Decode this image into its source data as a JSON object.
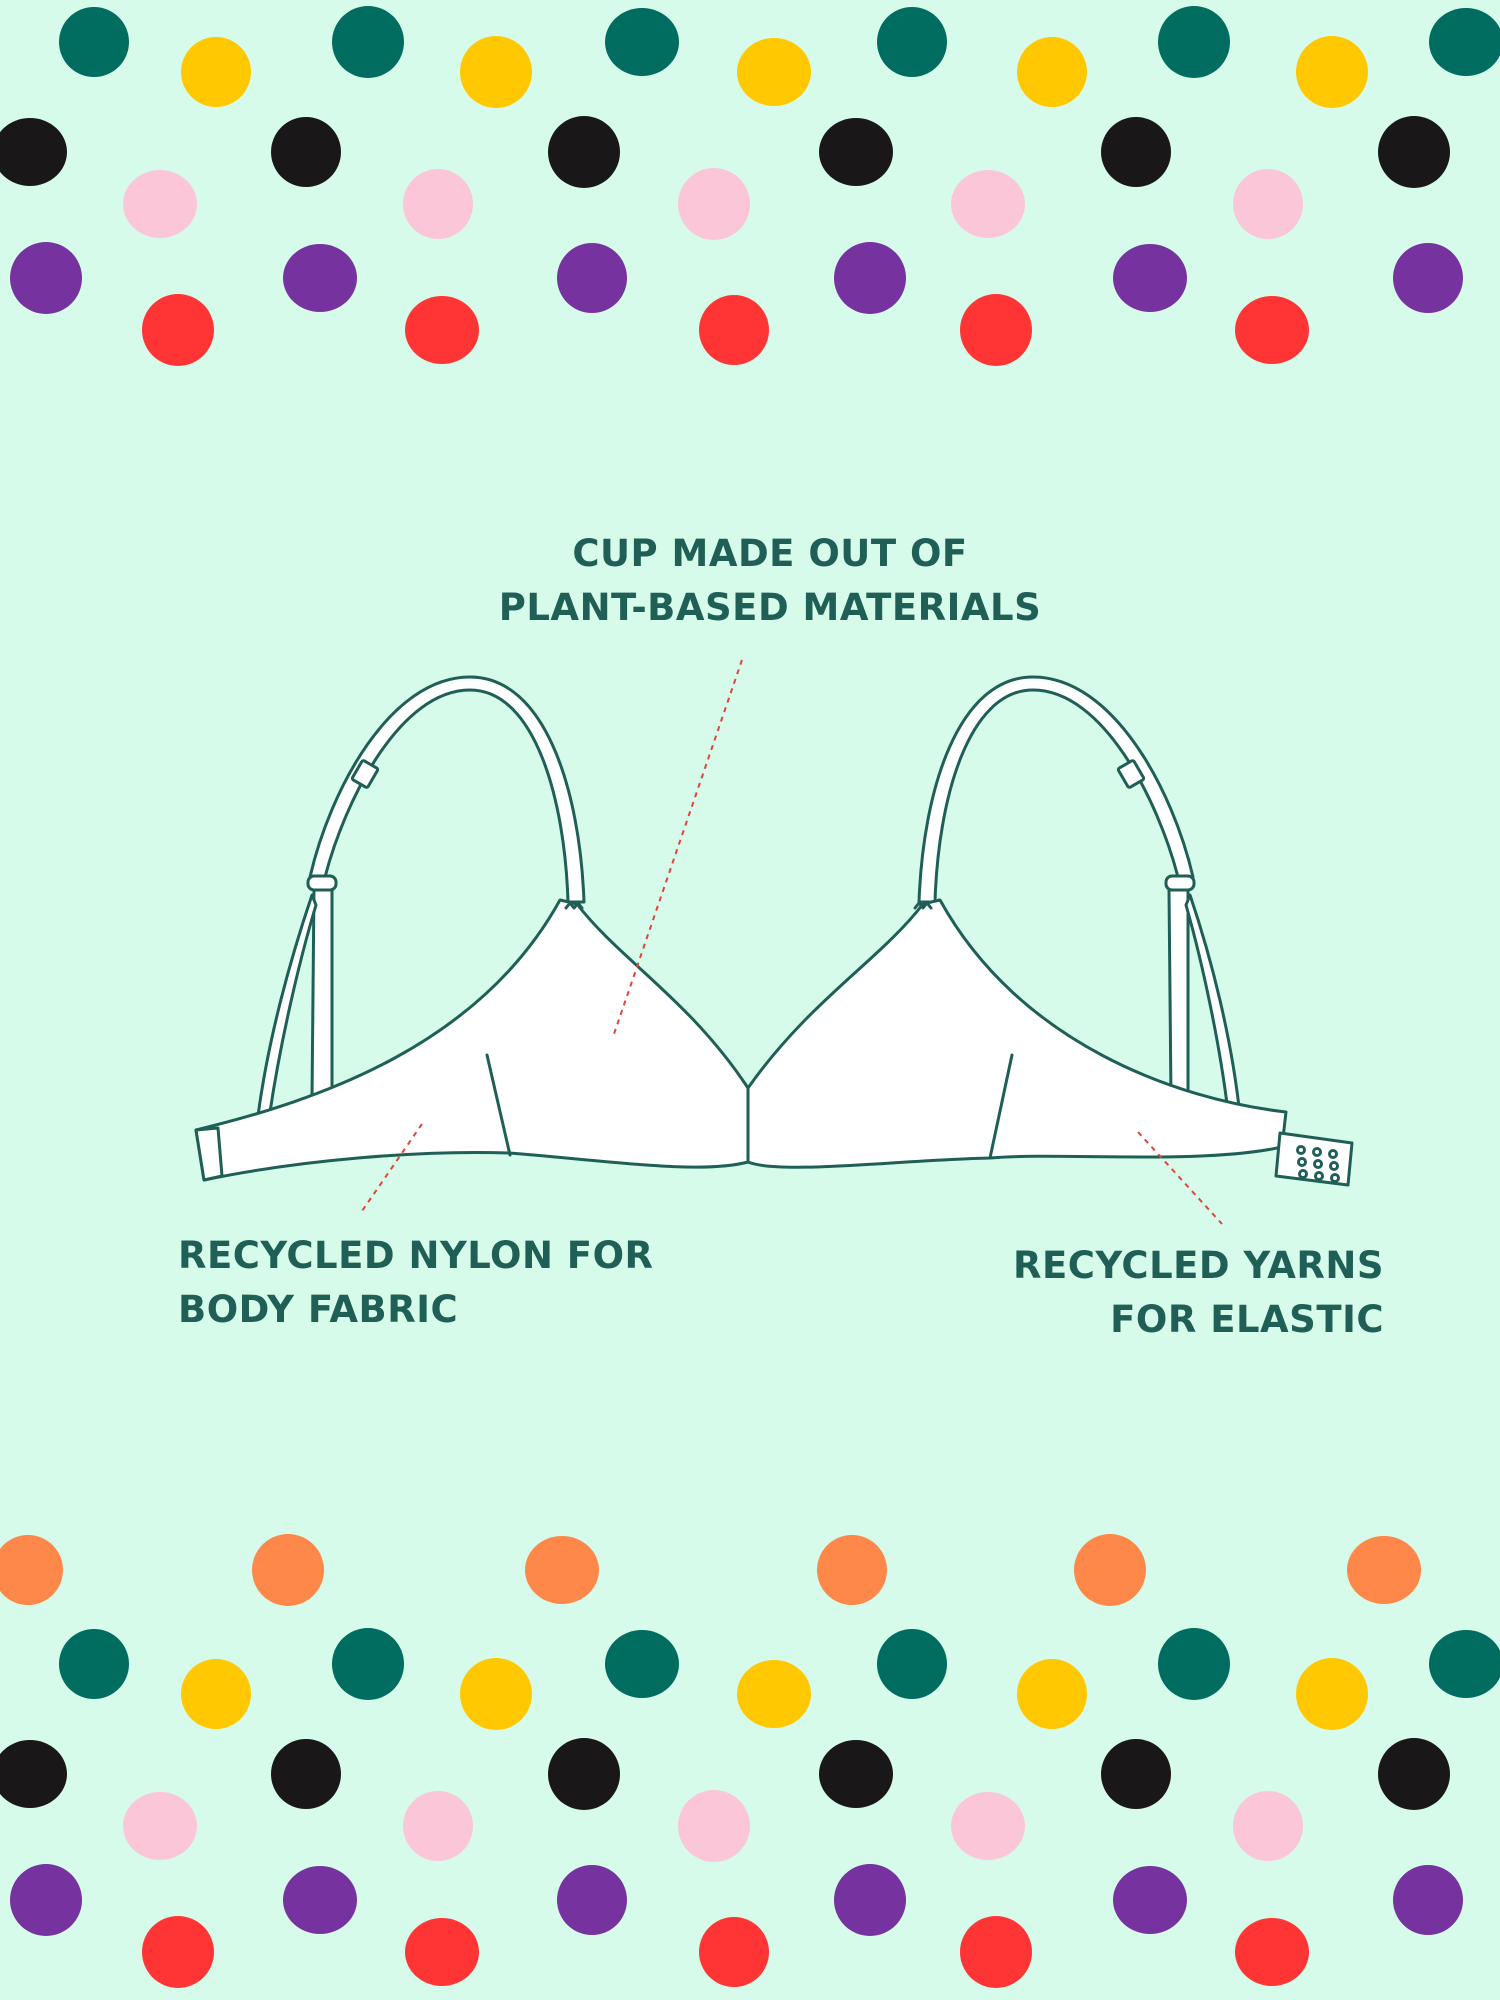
{
  "colors": {
    "background": "#d6fbea",
    "text": "#1f5f55",
    "outline": "#1f5f55",
    "garment_fill": "#ffffff",
    "leader_line": "#e0443a",
    "dot_palette": {
      "teal": "#016c60",
      "yellow": "#ffc800",
      "black": "#1a1718",
      "pink": "#fcc6d9",
      "purple": "#7633a0",
      "red": "#ff3535",
      "orange": "#fe874a"
    }
  },
  "illustration": {
    "icon": "bra-line-drawing-icon"
  },
  "callouts": {
    "cup": {
      "line1": "CUP MADE OUT OF",
      "line2": "PLANT-BASED MATERIALS"
    },
    "nylon": {
      "line1": "RECYCLED NYLON FOR",
      "line2": "BODY FABRIC"
    },
    "yarns": {
      "line1": "RECYCLED YARNS",
      "line2": "FOR ELASTIC"
    }
  }
}
